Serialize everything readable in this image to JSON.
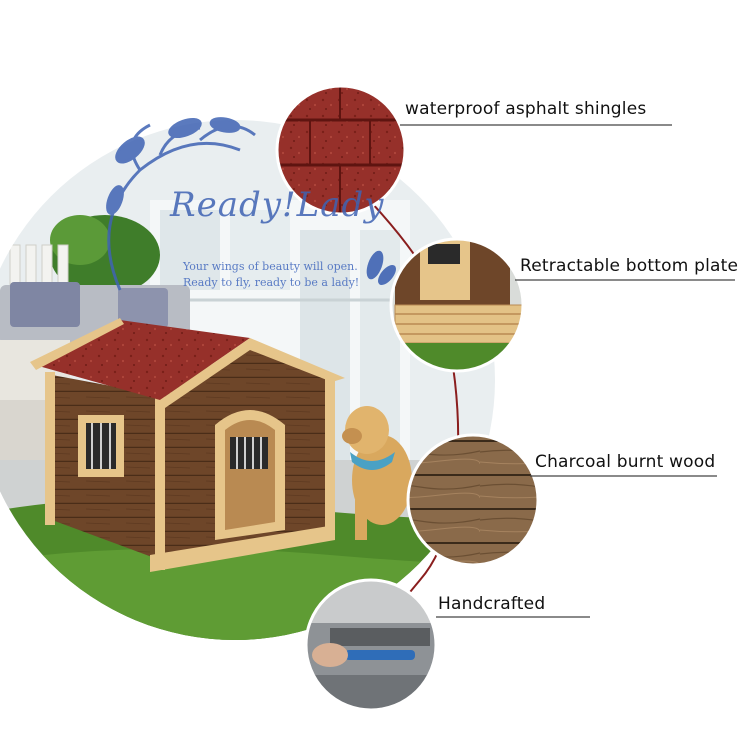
{
  "labels": {
    "shingles": "waterproof asphalt shingles",
    "bottom_plate": "Retractable bottom plate",
    "wood": "Charcoal burnt wood",
    "handcrafted": "Handcrafted"
  },
  "watermark": {
    "title": "Ready!Lady",
    "line1": "Your wings of beauty will open.",
    "line2": "Ready to fly, ready to be a lady!"
  },
  "colors": {
    "roof": "#8e2a22",
    "wood_dark": "#6b4528",
    "wood_light": "#e6c58a",
    "grass": "#4f8a2a",
    "accent_line": "#8a1e1e",
    "watermark": "#3f63b3"
  }
}
